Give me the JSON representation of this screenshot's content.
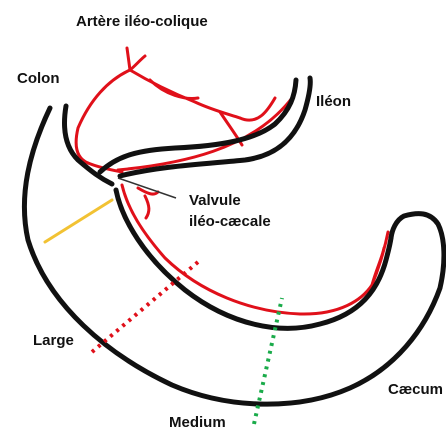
{
  "labels": {
    "artery": "Artère iléo-colique",
    "colon": "Colon",
    "ileum": "Iléon",
    "valve_line1": "Valvule",
    "valve_line2": "iléo-cæcale",
    "large": "Large",
    "medium": "Medium",
    "caecum": "Cæcum"
  },
  "colors": {
    "outline": "#111111",
    "artery": "#e0101a",
    "yellow_line": "#f2c233",
    "red_dotted": "#e0101a",
    "green_dotted": "#1aab4a"
  }
}
